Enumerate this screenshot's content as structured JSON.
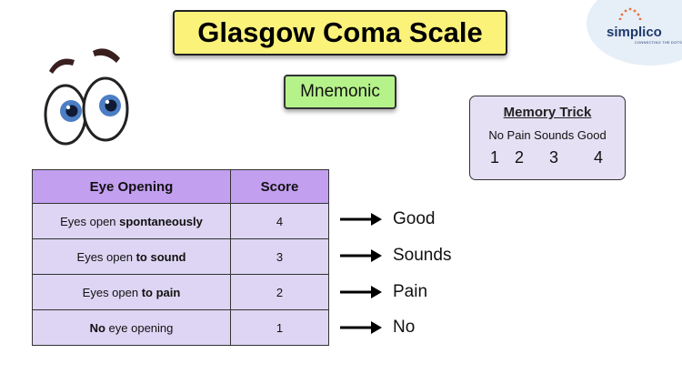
{
  "title": "Glasgow Coma Scale",
  "subtitle": "Mnemonic",
  "logo": {
    "name": "simplico",
    "tagline": "CONNECTING THE DOTS",
    "color": "#1f3a6b",
    "dot_color": "#e8743b"
  },
  "memory_trick": {
    "heading": "Memory Trick",
    "words": "No Pain Sounds Good",
    "numbers": [
      "1",
      "2",
      "3",
      "4"
    ]
  },
  "table": {
    "headers": [
      "Eye Opening",
      "Score"
    ],
    "rows": [
      {
        "pre": "Eyes open ",
        "bold": "spontaneously",
        "post": "",
        "score": "4"
      },
      {
        "pre": "Eyes open ",
        "bold": "to sound",
        "post": "",
        "score": "3"
      },
      {
        "pre": "Eyes open ",
        "bold": "to pain",
        "post": "",
        "score": "2"
      },
      {
        "pre": "",
        "bold": "No",
        "post": " eye opening",
        "score": "1"
      }
    ]
  },
  "arrows": [
    "Good",
    "Sounds",
    "Pain",
    "No"
  ],
  "colors": {
    "title_bg": "#fbf27a",
    "mnemonic_bg": "#b6f28a",
    "header_bg": "#c39ff0",
    "row_bg": "#ddd5f3",
    "memory_bg": "#e6e0f5"
  }
}
